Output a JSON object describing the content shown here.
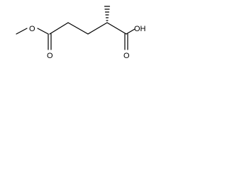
{
  "molecule": {
    "atoms": {
      "ester_o_left": "O",
      "ester_o_double": "O",
      "acid_o_double": "O",
      "acid_oh": "OH"
    }
  }
}
